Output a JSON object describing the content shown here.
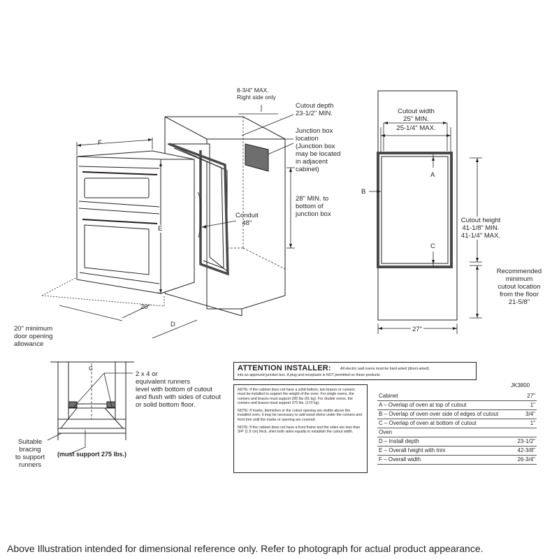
{
  "side_view": {
    "label_f": "F",
    "label_e": "E",
    "label_d": "D",
    "label_20": "20\"",
    "door_allowance": [
      "20\" minimum",
      "door opening",
      "allowance"
    ],
    "max_right": [
      "8-3/4\" MAX.",
      "Right side only"
    ],
    "cutout_depth": [
      "Cutout depth",
      "23-1/2\" MIN."
    ],
    "junction_box": [
      "Junction box",
      "location",
      "(Junction box",
      "may be located",
      "in adjacent",
      "cabinet)"
    ],
    "junction_height": [
      "28\" MIN. to",
      "bottom of",
      "junction box"
    ],
    "conduit": [
      "Conduit",
      "48\""
    ]
  },
  "front_view": {
    "cutout_width": [
      "Cutout width",
      "25\" MIN.",
      "25-1/4\" MAX."
    ],
    "label_a": "A",
    "label_b": "B",
    "label_c": "C",
    "cutout_height": [
      "Cutout height",
      "41-1/8\" MIN.",
      "41-1/4\" MAX."
    ],
    "floor_location": [
      "Recommended",
      "minimum",
      "cutout location",
      "from the floor",
      "21-5/8\""
    ],
    "width_27": "27\""
  },
  "runner_view": {
    "centerline": "C",
    "runners_note": [
      "2 x 4 or",
      "equivalent runners",
      "level with bottom of cutout",
      "and flush with sides of cutout",
      "or solid bottom floor."
    ],
    "bracing_note": [
      "Suitable",
      "bracing",
      "to support",
      "runners"
    ],
    "support_note": "(must support 275 lbs.)"
  },
  "attention": {
    "title": "ATTENTION INSTALLER:",
    "line1": "All electric wall ovens must be hard-wired (direct-wired)",
    "line2": "into an approved junction box. A plug and receptacle is NOT permitted on these products."
  },
  "notes": [
    "NOTE: If the cabinet does not have a solid bottom, two braces or runners must be installed to support the weight of the oven. For single ovens, the runners and braces must support 200 lbs (91 kg). For double ovens, the runners and braces must support 375 lbs. (170 kg).",
    "NOTE: If marks, blemishes or the cutout opening are visible above the installed oven, it may be necessary to add wood shims under the runners and front trim until the marks or opening are covered.",
    "NOTE: If the cabinet does not have a front frame and the sides are less than 3/4\" (1.9 cm) thick, shim both sides equally to establish the cutout width."
  ],
  "spec_table": {
    "model": "JK3800",
    "rows": [
      {
        "label": "Cabinet",
        "value": "27\"",
        "section": true
      },
      {
        "label": "A – Overlap of oven at top of cutout",
        "value": "1\""
      },
      {
        "label": "B – Overlap of oven over side of edges of cutout",
        "value": "3/4\""
      },
      {
        "label": "C – Overlap of oven at bottom of cutout",
        "value": "1\""
      },
      {
        "label": "Oven",
        "value": "",
        "section": true
      },
      {
        "label": "D – Install depth",
        "value": "23-1/2\""
      },
      {
        "label": "E – Overall height with trim",
        "value": "42-3/8\""
      },
      {
        "label": "F – Overall width",
        "value": "26-3/4\""
      }
    ]
  },
  "footer": "Above Illustration intended for dimensional reference only. Refer to photograph for actual product appearance."
}
